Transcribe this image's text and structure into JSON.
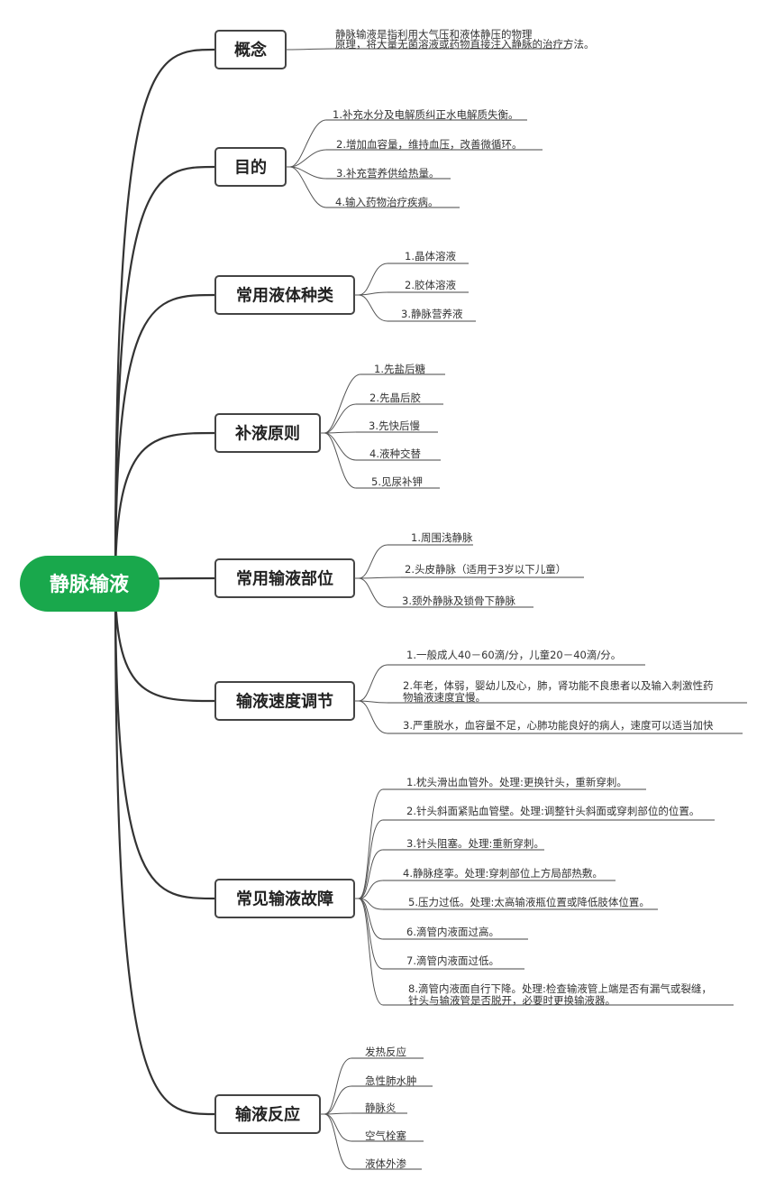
{
  "root": {
    "label": "静脉输液",
    "color": "#19a84c"
  },
  "branches": [
    {
      "label": "概念",
      "items": [
        [
          "静脉输液是指利用大气压和液体静压的物理",
          "原理，将大量无菌溶液或药物直接注入静脉的治疗方法。"
        ]
      ]
    },
    {
      "label": "目的",
      "items": [
        [
          "1.补充水分及电解质纠正水电解质失衡。"
        ],
        [
          "2.增加血容量，维持血压，改善微循环。"
        ],
        [
          "3.补充营养供给热量。"
        ],
        [
          "4.输入药物治疗疾病。"
        ]
      ]
    },
    {
      "label": "常用液体种类",
      "items": [
        [
          "1.晶体溶液"
        ],
        [
          "2.胶体溶液"
        ],
        [
          "3.静脉营养液"
        ]
      ]
    },
    {
      "label": "补液原则",
      "items": [
        [
          "1.先盐后糖"
        ],
        [
          "2.先晶后胶"
        ],
        [
          "3.先快后慢"
        ],
        [
          "4.液种交替"
        ],
        [
          "5.见尿补钾"
        ]
      ]
    },
    {
      "label": "常用输液部位",
      "items": [
        [
          "1.周围浅静脉"
        ],
        [
          "2.头皮静脉（适用于3岁以下儿童）"
        ],
        [
          "3.颈外静脉及锁骨下静脉"
        ]
      ]
    },
    {
      "label": "输液速度调节",
      "items": [
        [
          "1.一般成人40－60滴/分，儿童20－40滴/分。"
        ],
        [
          "2.年老，体弱，婴幼儿及心，肺，肾功能不良患者以及输入刺激性药",
          "物输液速度宜慢。"
        ],
        [
          "3.严重脱水，血容量不足，心肺功能良好的病人，速度可以适当加快"
        ]
      ]
    },
    {
      "label": "常见输液故障",
      "items": [
        [
          "1.枕头滑出血管外。处理:更换针头，重新穿刺。"
        ],
        [
          "2.针头斜面紧贴血管壁。处理:调整针头斜面或穿刺部位的位置。"
        ],
        [
          "3.针头阻塞。处理:重新穿刺。"
        ],
        [
          "4.静脉痉挛。处理:穿刺部位上方局部热敷。"
        ],
        [
          "5.压力过低。处理:太高输液瓶位置或降低肢体位置。"
        ],
        [
          "6.滴管内液面过高。"
        ],
        [
          "7.滴管内液面过低。"
        ],
        [
          "8.滴管内液面自行下降。处理:检查输液管上端是否有漏气或裂缝，",
          "针头与输液管是否脱开，必要时更换输液器。"
        ]
      ]
    },
    {
      "label": "输液反应",
      "items": [
        [
          "发热反应"
        ],
        [
          "急性肺水肿"
        ],
        [
          "静脉炎"
        ],
        [
          "空气栓塞"
        ],
        [
          "液体外渗"
        ]
      ]
    }
  ]
}
